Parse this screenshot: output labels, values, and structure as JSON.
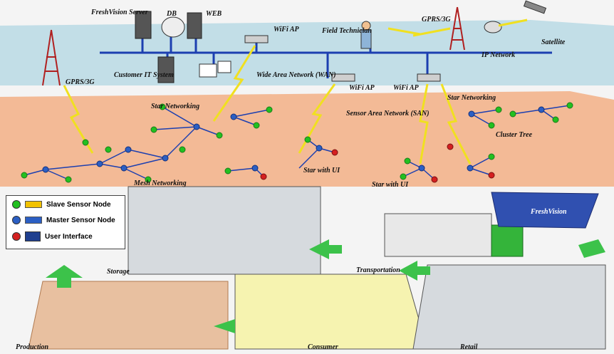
{
  "labels": {
    "freshvision_server": "FreshVision Server",
    "db": "DB",
    "web": "WEB",
    "wifi_ap_top": "WiFi AP",
    "field_technician": "Field Technician",
    "gprs_top": "GPRS/3G",
    "satellite": "Satellite",
    "ip_network": "IP Network",
    "gprs_left": "GPRS/3G",
    "customer_it": "Customer IT System",
    "wan": "Wide Area Network (WAN)",
    "wifi_ap_mid": "WiFi AP",
    "wifi_ap_right": "WiFi AP",
    "star_networking_left": "Star Networking",
    "star_networking_right": "Star Networking",
    "san": "Sensor Area Network (SAN)",
    "cluster_tree": "Cluster Tree",
    "mesh_networking": "Mesh Networking",
    "star_with_ui_mid": "Star with UI",
    "star_with_ui_right": "Star with UI",
    "storage": "Storage",
    "transportation": "Transportation",
    "production": "Production",
    "consumer": "Consumer",
    "retail": "Retail",
    "ship_name": "FreshVision"
  },
  "legend": {
    "slave": "Slave Sensor Node",
    "master": "Master Sensor Node",
    "ui": "User Interface"
  },
  "colors": {
    "ip_layer": "#bcdbe6",
    "san_layer": "#f3b48c",
    "slave_node": "#22c020",
    "master_node": "#2b5fc4",
    "ui_node": "#d42020",
    "lightning": "#f0e020",
    "arrow": "#3cc24a",
    "box_yellow": "#f6f3b0",
    "box_grey": "#d6dade"
  }
}
